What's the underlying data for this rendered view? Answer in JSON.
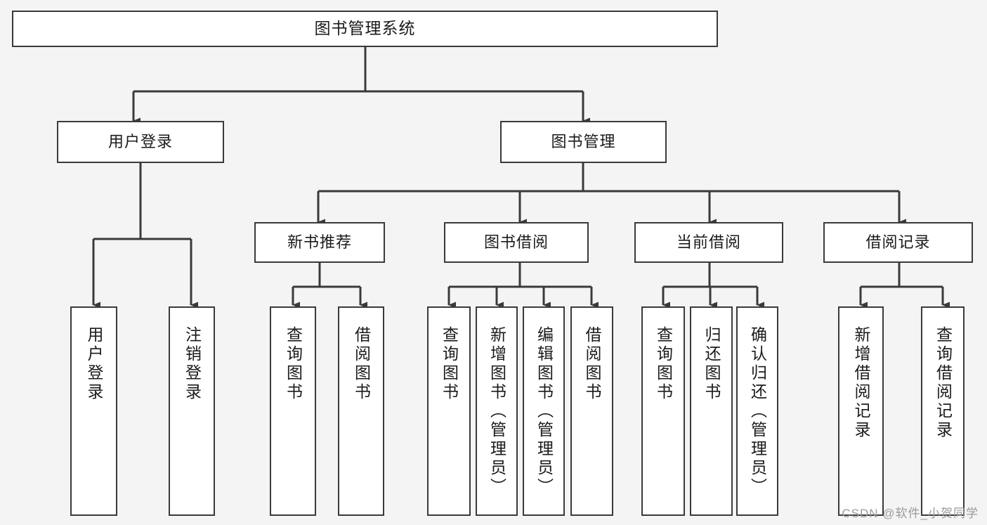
{
  "diagram": {
    "title": "图书管理系统",
    "type": "tree-hierarchy",
    "watermark": "CSDN @软件_小贺同学",
    "colors": {
      "background": "#f4f4f4",
      "node_fill": "#ffffff",
      "line": "#3a3a3a",
      "text": "#1b1b1b",
      "watermark": "#9a9a9a"
    }
  },
  "nodes": {
    "root": {
      "label": "图书管理系统"
    },
    "level1": [
      {
        "label": "用户登录"
      },
      {
        "label": "图书管理"
      }
    ],
    "level2": [
      {
        "label": "新书推荐"
      },
      {
        "label": "图书借阅"
      },
      {
        "label": "当前借阅"
      },
      {
        "label": "借阅记录"
      }
    ],
    "leaves": {
      "user_login": [
        {
          "label": "用户登录"
        },
        {
          "label": "注销登录"
        }
      ],
      "new_book_recommend": [
        {
          "label": "查询图书"
        },
        {
          "label": "借阅图书"
        }
      ],
      "book_borrow": [
        {
          "label": "查询图书"
        },
        {
          "label": "新增图书（管理员）"
        },
        {
          "label": "编辑图书（管理员）"
        },
        {
          "label": "借阅图书"
        }
      ],
      "current_borrow": [
        {
          "label": "查询图书"
        },
        {
          "label": "归还图书"
        },
        {
          "label": "确认归还（管理员）"
        }
      ],
      "borrow_record": [
        {
          "label": "新增借阅记录"
        },
        {
          "label": "查询借阅记录"
        }
      ]
    }
  }
}
